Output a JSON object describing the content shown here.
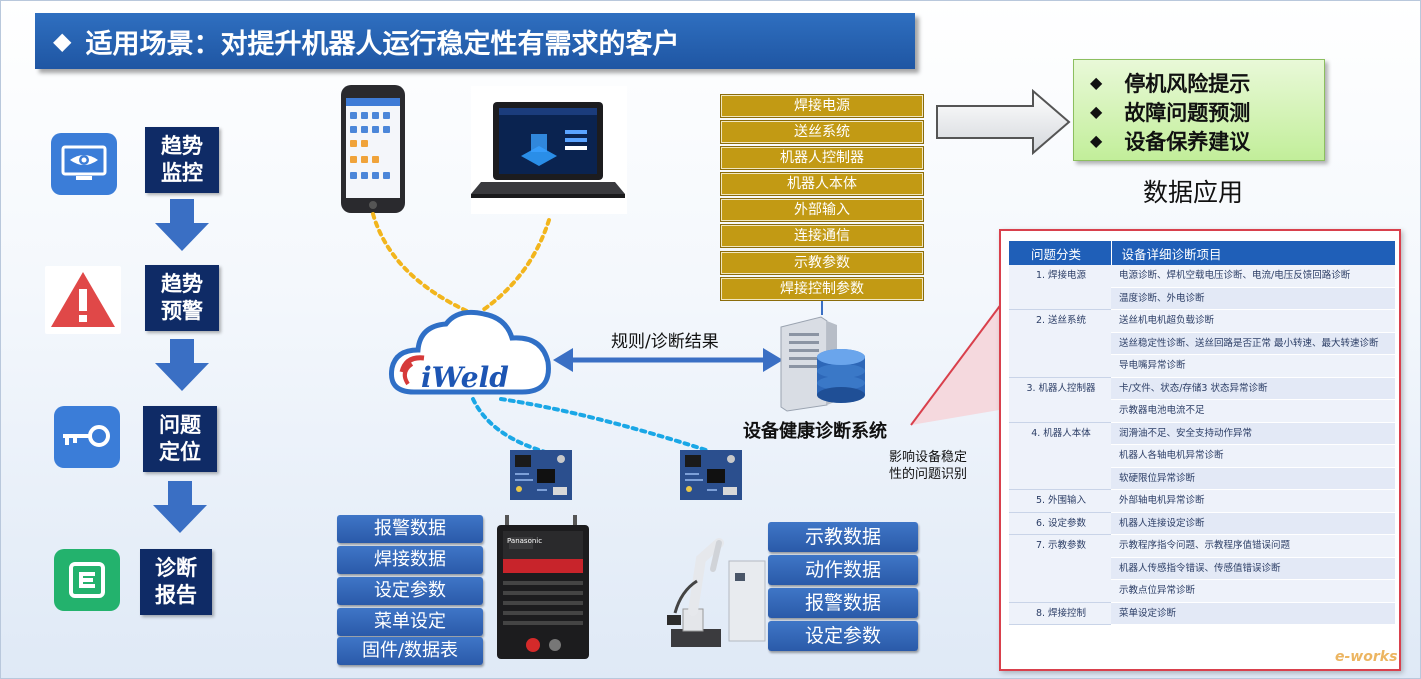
{
  "title": {
    "diamond": "◆",
    "text": "适用场景：对提升机器人运行稳定性有需求的客户"
  },
  "flow": [
    {
      "label": "趋势\n监控",
      "icon": "monitor-eye-icon"
    },
    {
      "label": "趋势\n预警",
      "icon": "warning-icon"
    },
    {
      "label": "问题\n定位",
      "icon": "key-icon"
    },
    {
      "label": "诊断\n报告",
      "icon": "report-icon"
    }
  ],
  "devices": [
    "焊接电源",
    "送丝系统",
    "机器人控制器",
    "机器人本体",
    "外部输入",
    "连接通信",
    "示教参数",
    "焊接控制参数"
  ],
  "results": {
    "diamond": "◆",
    "items": [
      "停机风险提示",
      "故障问题预测",
      "设备保养建议"
    ],
    "caption": "数据应用"
  },
  "cloud": {
    "text": "iWeld"
  },
  "link_label": "规则/诊断结果",
  "server_label": "设备健康诊断系统",
  "impact_label": "影响设备稳定\n性的问题识别",
  "welder_data": [
    "报警数据",
    "焊接数据",
    "设定参数",
    "菜单设定",
    "固件/数据表"
  ],
  "robot_data": [
    "示教数据",
    "动作数据",
    "报警数据",
    "设定参数"
  ],
  "welder_brand": "Panasonic",
  "table": {
    "headers": [
      "问题分类",
      "设备详细诊断项目"
    ],
    "groups": [
      {
        "cat": "1. 焊接电源",
        "items": [
          "电源诊断、焊机空载电压诊断、电流/电压反馈回路诊断",
          "温度诊断、外电诊断"
        ]
      },
      {
        "cat": "2. 送丝系统",
        "items": [
          "送丝机电机超负载诊断",
          "送丝稳定性诊断、送丝回路是否正常  最小转速、最大转速诊断",
          "导电嘴异常诊断"
        ]
      },
      {
        "cat": "3. 机器人控制器",
        "items": [
          "卡/文件、状态/存储3  状态异常诊断",
          "示教器电池电流不足"
        ]
      },
      {
        "cat": "4. 机器人本体",
        "items": [
          "润滑油不足、安全支持动作异常",
          "机器人各轴电机异常诊断",
          "软硬限位异常诊断"
        ]
      },
      {
        "cat": "5. 外围输入",
        "items": [
          "外部轴电机异常诊断"
        ]
      },
      {
        "cat": "6. 设定参数",
        "items": [
          "机器人连接设定诊断"
        ]
      },
      {
        "cat": "7. 示教参数",
        "items": [
          "示教程序指令问题、示教程序值错误问题",
          "机器人传感指令错误、传感值错误诊断",
          "示教点位异常诊断"
        ]
      },
      {
        "cat": "8. 焊接控制",
        "items": [
          "菜单设定诊断"
        ]
      }
    ]
  },
  "watermark": "e-works",
  "colors": {
    "title_bg": "#1f56a3",
    "flow_label_bg": "#0f2b66",
    "gold": "#c29a14",
    "green_box": "#c2ee9a",
    "table_header": "#1f5fb8",
    "callout": "#d9404c"
  }
}
